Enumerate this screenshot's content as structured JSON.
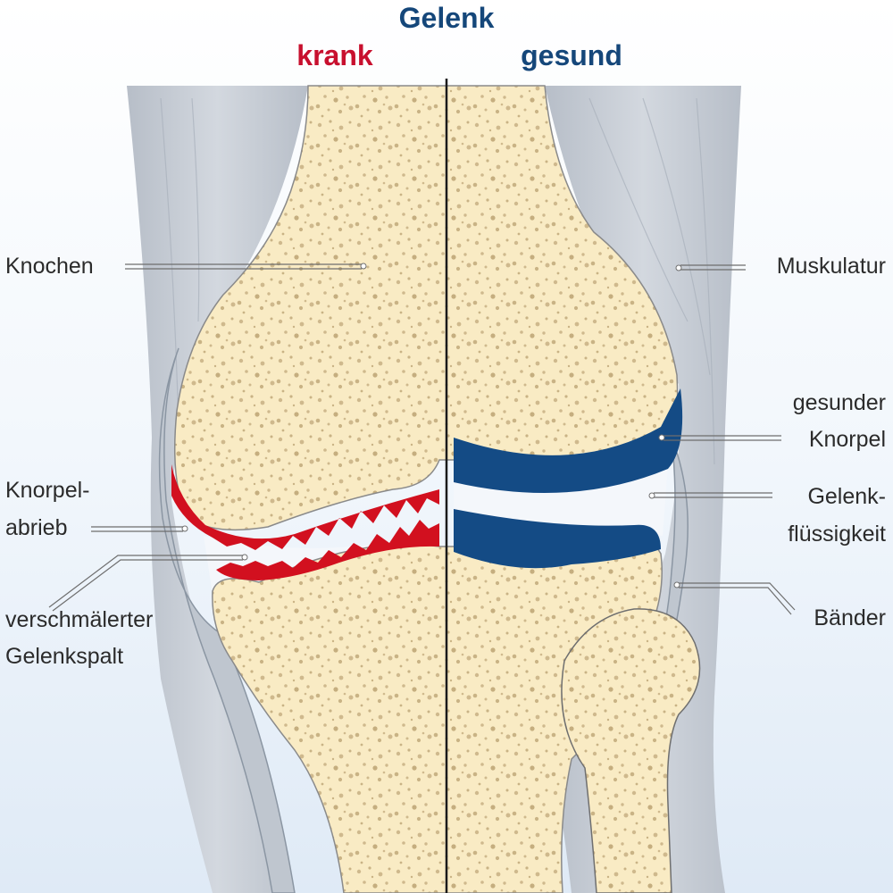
{
  "title": "Gelenk",
  "side_left": "krank",
  "side_right": "gesund",
  "colors": {
    "left_heading": "#c8102e",
    "right_heading": "#15477a",
    "bone": "#f9ebc4",
    "cartilage_diseased": "#d2101f",
    "cartilage_healthy": "#144b85",
    "muscle": "#c6ccd4",
    "joint_fluid": "#ffffff"
  },
  "labels": {
    "knochen": "Knochen",
    "knorpelabrieb_1": "Knorpel-",
    "knorpelabrieb_2": "abrieb",
    "gelenkspalt_1": "verschmälerter",
    "gelenkspalt_2": "Gelenkspalt",
    "muskulatur": "Muskulatur",
    "knorpel_1": "gesunder",
    "knorpel_2": "Knorpel",
    "fluessigkeit_1": "Gelenk-",
    "fluessigkeit_2": "flüssigkeit",
    "baender": "Bänder"
  }
}
